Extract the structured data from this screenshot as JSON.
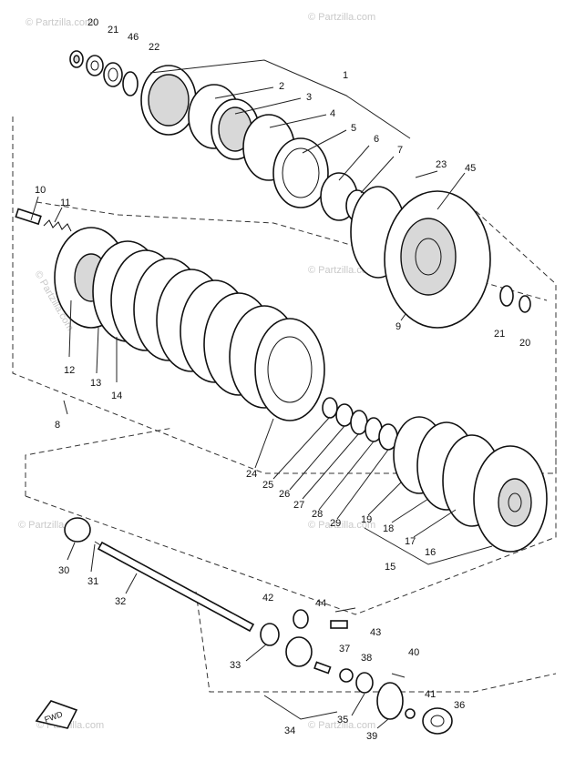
{
  "watermarks": [
    {
      "text": "© Partzilla.com"
    },
    {
      "text": "© Partzilla.com"
    },
    {
      "text": "© Partzilla.com"
    },
    {
      "text": "© Partzilla.com"
    },
    {
      "text": "© Partzilla.com"
    },
    {
      "text": "© Partzilla.com"
    },
    {
      "text": "© Partzilla.com"
    },
    {
      "text": "© Partzilla.com"
    }
  ],
  "callouts": {
    "c1": "1",
    "c2": "2",
    "c3": "3",
    "c4": "4",
    "c5": "5",
    "c6": "6",
    "c7": "7",
    "c8": "8",
    "c9": "9",
    "c10": "10",
    "c11": "11",
    "c12": "12",
    "c13": "13",
    "c14": "14",
    "c15": "15",
    "c16": "16",
    "c17": "17",
    "c18": "18",
    "c19": "19",
    "c20a": "20",
    "c20b": "20",
    "c21a": "21",
    "c21b": "21",
    "c22": "22",
    "c23": "23",
    "c24": "24",
    "c25": "25",
    "c26": "26",
    "c27": "27",
    "c28": "28",
    "c29": "29",
    "c30": "30",
    "c31": "31",
    "c32": "32",
    "c33": "33",
    "c34": "34",
    "c35": "35",
    "c36": "36",
    "c37": "37",
    "c38": "38",
    "c39": "39",
    "c40": "40",
    "c41": "41",
    "c42": "42",
    "c43": "43",
    "c44": "44",
    "c45": "45",
    "c46": "46"
  },
  "fwd_label": "FWD"
}
